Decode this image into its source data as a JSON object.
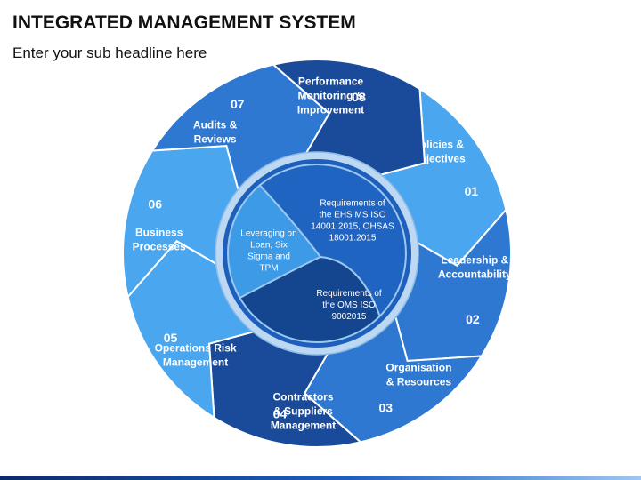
{
  "header": {
    "title": "INTEGRATED MANAGEMENT SYSTEM",
    "subtitle": "Enter your sub headline here"
  },
  "colors": {
    "dark": "#1a4a9a",
    "medium": "#2e78d2",
    "light": "#4aa6ee",
    "hub_ring": "#bcd8f2",
    "hub_light": "#3c9ae6",
    "hub_mid": "#1f64c0",
    "hub_dark": "#14468f"
  },
  "segments": [
    {
      "number": "01",
      "lines": [
        "Policies &",
        "Objectives"
      ],
      "shade": "light"
    },
    {
      "number": "02",
      "lines": [
        "Leadership &",
        "Accountability"
      ],
      "shade": "medium"
    },
    {
      "number": "03",
      "lines": [
        "Organisation",
        "& Resources"
      ],
      "shade": "medium"
    },
    {
      "number": "04",
      "lines": [
        "Contractors",
        "& Suppliers",
        "Management"
      ],
      "shade": "dark"
    },
    {
      "number": "05",
      "lines": [
        "Operations Risk",
        "Management"
      ],
      "shade": "light"
    },
    {
      "number": "06",
      "lines": [
        "Business",
        "Processes"
      ],
      "shade": "light"
    },
    {
      "number": "07",
      "lines": [
        "Audits &",
        "Reviews"
      ],
      "shade": "medium"
    },
    {
      "number": "08",
      "lines": [
        "Performance",
        "Monitoring &",
        "Improvement"
      ],
      "shade": "dark"
    }
  ],
  "hub": {
    "left_lines": [
      "Leveraging on",
      "Loan, Six",
      "Sigma and",
      "TPM"
    ],
    "top_right_lines": [
      "Requirements of",
      "the EHS MS ISO",
      "14001:2015,  OHSAS",
      "18001:2015"
    ],
    "bottom_right_lines": [
      "Requirements of",
      "the OMS ISO",
      "9002015"
    ]
  }
}
